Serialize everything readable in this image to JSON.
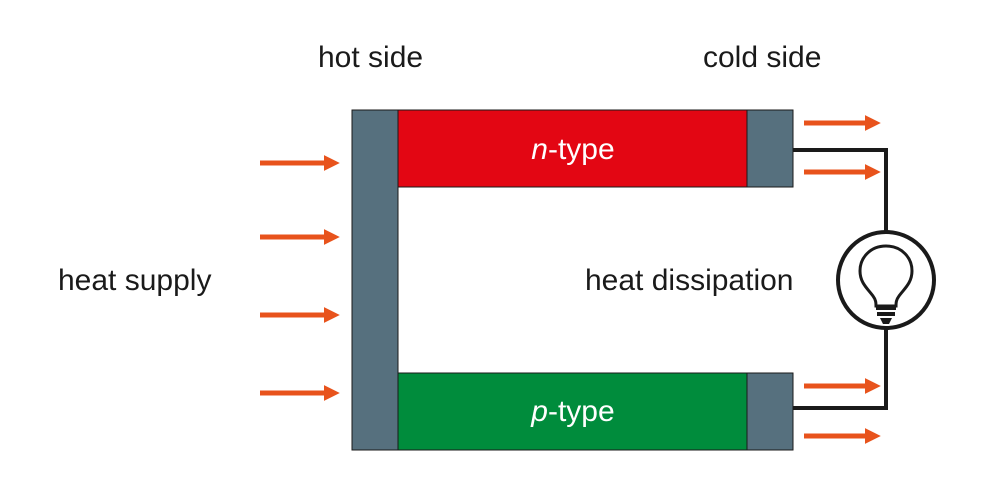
{
  "labels": {
    "hot_side": "hot side",
    "cold_side": "cold side",
    "heat_supply": "heat supply",
    "heat_dissipation": "heat dissipation"
  },
  "legs": {
    "n": {
      "prefix": "n",
      "suffix": "-type"
    },
    "p": {
      "prefix": "p",
      "suffix": "-type"
    }
  },
  "colors": {
    "electrode": "#56707e",
    "n_type": "#e30613",
    "p_type": "#008c3c",
    "arrow": "#e8531c",
    "wire": "#1a1a1a"
  },
  "icons": {
    "bulb": "light-bulb-icon",
    "arrow": "arrow-right-icon"
  }
}
